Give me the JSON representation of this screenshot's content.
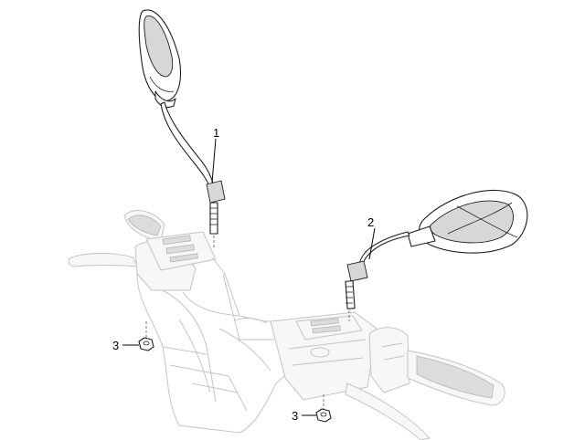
{
  "callouts": {
    "mirror_left": "1",
    "mirror_right": "2",
    "nut_left": "3",
    "nut_bottom": "3"
  }
}
